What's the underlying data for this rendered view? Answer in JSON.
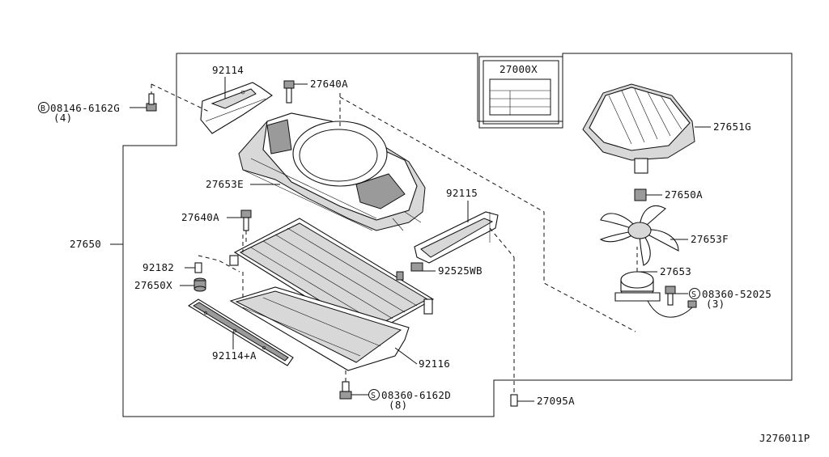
{
  "diagram": {
    "page_code": "J276011P",
    "labels": {
      "kit_27000x": "27000X",
      "p92114": "92114",
      "p27640a_top": "27640A",
      "bolt_08146": "08146-6162G",
      "bolt_08146_qty": "(4)",
      "p27653e": "27653E",
      "p27640a_mid": "27640A",
      "p27650": "27650",
      "p92182": "92182",
      "p27650x": "27650X",
      "p92115": "92115",
      "p92525wb": "92525WB",
      "p92114a": "92114+A",
      "p92116": "92116",
      "bolt_08360_6162d": "08360-6162D",
      "bolt_08360_6162d_qty": "(8)",
      "p27095a": "27095A",
      "p27651g": "27651G",
      "p27650a": "27650A",
      "p27653f": "27653F",
      "p27653": "27653",
      "bolt_08360_52025": "08360-52025",
      "bolt_08360_52025_qty": "(3)"
    },
    "symbols": {
      "b_circle": "B",
      "s_circle_1": "S",
      "s_circle_2": "S"
    }
  }
}
